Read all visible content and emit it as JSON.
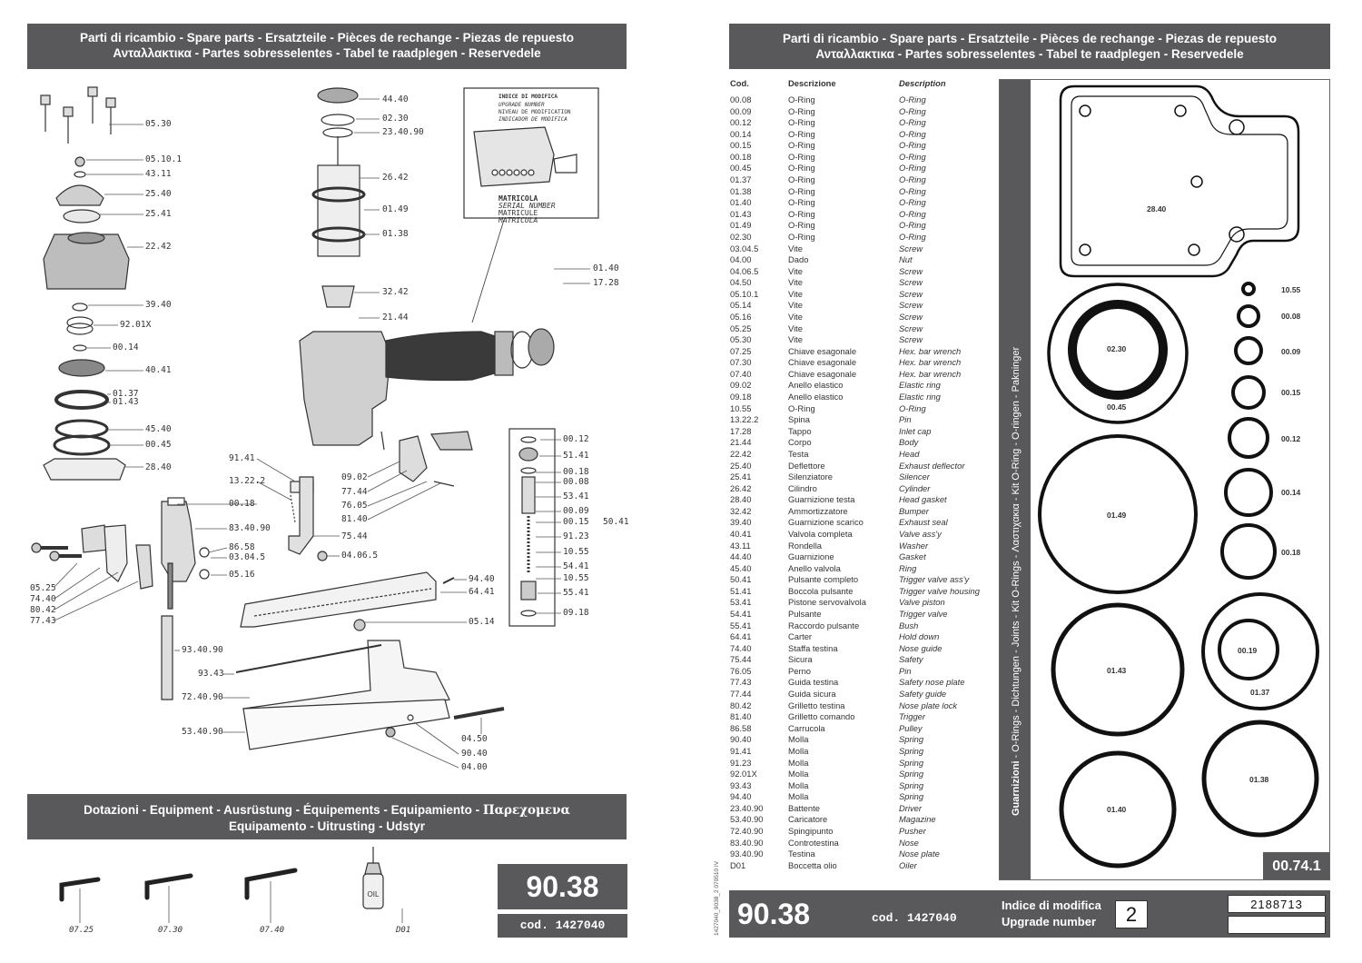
{
  "left": {
    "header": {
      "line1": "Parti di ricambio - Spare parts - Ersatzteile - Pièces de rechange - Piezas de repuesto",
      "line2": "Ανταλλακτικα - Partes sobresselentes - Tabel te raadplegen - Reservedele"
    },
    "inset": {
      "title": "INDICE DI MODIFICA",
      "sub1": "UPGRADE NUMBER",
      "sub2": "NIVEAU DE MODIFICATION",
      "sub3": "INDICADOR DE MODIFICA",
      "serial_title": "MATRICOLA",
      "serial1": "SERIAL NUMBER",
      "serial2": "MATRICULE",
      "serial3": "MATRICULA"
    },
    "callouts": [
      {
        "text": "05.30"
      },
      {
        "text": "05.10.1"
      },
      {
        "text": "43.11"
      },
      {
        "text": "25.40"
      },
      {
        "text": "25.41"
      },
      {
        "text": "22.42"
      },
      {
        "text": "39.40"
      },
      {
        "text": "92.01X"
      },
      {
        "text": "00.14"
      },
      {
        "text": "40.41"
      },
      {
        "text": "01.37"
      },
      {
        "text": "01.43"
      },
      {
        "text": "45.40"
      },
      {
        "text": "00.45"
      },
      {
        "text": "28.40"
      },
      {
        "text": "44.40"
      },
      {
        "text": "02.30"
      },
      {
        "text": "23.40.90"
      },
      {
        "text": "26.42"
      },
      {
        "text": "01.49"
      },
      {
        "text": "01.38"
      },
      {
        "text": "32.42"
      },
      {
        "text": "21.44"
      },
      {
        "text": "01.40"
      },
      {
        "text": "17.28"
      },
      {
        "text": "91.41"
      },
      {
        "text": "13.22.2"
      },
      {
        "text": "00.18"
      },
      {
        "text": "83.40.90"
      },
      {
        "text": "86.58"
      },
      {
        "text": "03.04.5"
      },
      {
        "text": "05.16"
      },
      {
        "text": "05.25"
      },
      {
        "text": "74.40"
      },
      {
        "text": "80.42"
      },
      {
        "text": "77.43"
      },
      {
        "text": "09.02"
      },
      {
        "text": "77.44"
      },
      {
        "text": "76.05"
      },
      {
        "text": "81.40"
      },
      {
        "text": "75.44"
      },
      {
        "text": "04.06.5"
      },
      {
        "text": "00.12"
      },
      {
        "text": "51.41"
      },
      {
        "text": "00.18"
      },
      {
        "text": "00.08"
      },
      {
        "text": "53.41"
      },
      {
        "text": "00.09"
      },
      {
        "text": "00.15"
      },
      {
        "text": "50.41"
      },
      {
        "text": "91.23"
      },
      {
        "text": "10.55"
      },
      {
        "text": "54.41"
      },
      {
        "text": "10.55"
      },
      {
        "text": "55.41"
      },
      {
        "text": "09.18"
      },
      {
        "text": "94.40"
      },
      {
        "text": "64.41"
      },
      {
        "text": "05.14"
      },
      {
        "text": "93.40.90"
      },
      {
        "text": "93.43"
      },
      {
        "text": "72.40.90"
      },
      {
        "text": "53.40.90"
      },
      {
        "text": "04.50"
      },
      {
        "text": "90.40"
      },
      {
        "text": "04.00"
      }
    ],
    "equipment": {
      "line1a": "Dotazioni - Equipment - Ausrüstung - Équipements - Equipamiento - ",
      "line1b": "Παρεχομενα",
      "line2": "Equipamento - Uitrusting - Udstyr"
    },
    "tools": [
      {
        "label": "07.25"
      },
      {
        "label": "07.30"
      },
      {
        "label": "07.40"
      },
      {
        "label": "D01"
      }
    ],
    "oil_text": "OIL",
    "model": "90.38",
    "code": "cod. 1427040"
  },
  "right": {
    "header": {
      "line1": "Parti di ricambio - Spare parts - Ersatzteile - Pièces de rechange - Piezas de repuesto",
      "line2": "Ανταλλακτικα - Partes sobresselentes - Tabel te raadplegen - Reservedele"
    },
    "table": {
      "headers": [
        "Cod.",
        "Descrizione",
        "Description"
      ],
      "rows": [
        [
          "00.08",
          "O-Ring",
          "O-Ring"
        ],
        [
          "00.09",
          "O-Ring",
          "O-Ring"
        ],
        [
          "00.12",
          "O-Ring",
          "O-Ring"
        ],
        [
          "00.14",
          "O-Ring",
          "O-Ring"
        ],
        [
          "00.15",
          "O-Ring",
          "O-Ring"
        ],
        [
          "00.18",
          "O-Ring",
          "O-Ring"
        ],
        [
          "00.45",
          "O-Ring",
          "O-Ring"
        ],
        [
          "01.37",
          "O-Ring",
          "O-Ring"
        ],
        [
          "01.38",
          "O-Ring",
          "O-Ring"
        ],
        [
          "01.40",
          "O-Ring",
          "O-Ring"
        ],
        [
          "01.43",
          "O-Ring",
          "O-Ring"
        ],
        [
          "01.49",
          "O-Ring",
          "O-Ring"
        ],
        [
          "02.30",
          "O-Ring",
          "O-Ring"
        ],
        [
          "03.04.5",
          "Vite",
          "Screw"
        ],
        [
          "04.00",
          "Dado",
          "Nut"
        ],
        [
          "04.06.5",
          "Vite",
          "Screw"
        ],
        [
          "04.50",
          "Vite",
          "Screw"
        ],
        [
          "05.10.1",
          "Vite",
          "Screw"
        ],
        [
          "05.14",
          "Vite",
          "Screw"
        ],
        [
          "05.16",
          "Vite",
          "Screw"
        ],
        [
          "05.25",
          "Vite",
          "Screw"
        ],
        [
          "05.30",
          "Vite",
          "Screw"
        ],
        [
          "07.25",
          "Chiave esagonale",
          "Hex. bar wrench"
        ],
        [
          "07.30",
          "Chiave esagonale",
          "Hex. bar wrench"
        ],
        [
          "07.40",
          "Chiave esagonale",
          "Hex. bar wrench"
        ],
        [
          "09.02",
          "Anello elastico",
          "Elastic ring"
        ],
        [
          "09.18",
          "Anello elastico",
          "Elastic ring"
        ],
        [
          "10.55",
          "O-Ring",
          "O-Ring"
        ],
        [
          "13.22.2",
          "Spina",
          "Pin"
        ],
        [
          "17.28",
          "Tappo",
          "Inlet cap"
        ],
        [
          "21.44",
          "Corpo",
          "Body"
        ],
        [
          "22.42",
          "Testa",
          "Head"
        ],
        [
          "25.40",
          "Deflettore",
          "Exhaust deflector"
        ],
        [
          "25.41",
          "Silenziatore",
          "Silencer"
        ],
        [
          "26.42",
          "Cilindro",
          "Cylinder"
        ],
        [
          "28.40",
          "Guarnizione testa",
          "Head gasket"
        ],
        [
          "32.42",
          "Ammortizzatore",
          "Bumper"
        ],
        [
          "39.40",
          "Guarnizione scarico",
          "Exhaust seal"
        ],
        [
          "40.41",
          "Valvola completa",
          "Valve ass'y"
        ],
        [
          "43.11",
          "Rondella",
          "Washer"
        ],
        [
          "44.40",
          "Guarnizione",
          "Gasket"
        ],
        [
          "45.40",
          "Anello valvola",
          "Ring"
        ],
        [
          "50.41",
          "Pulsante completo",
          "Trigger valve ass'y"
        ],
        [
          "51.41",
          "Boccola pulsante",
          "Trigger valve housing"
        ],
        [
          "53.41",
          "Pistone servovalvola",
          "Valve piston"
        ],
        [
          "54.41",
          "Pulsante",
          "Trigger valve"
        ],
        [
          "55.41",
          "Raccordo pulsante",
          "Bush"
        ],
        [
          "64.41",
          "Carter",
          "Hold down"
        ],
        [
          "74.40",
          "Staffa testina",
          "Nose guide"
        ],
        [
          "75.44",
          "Sicura",
          "Safety"
        ],
        [
          "76.05",
          "Perno",
          "Pin"
        ],
        [
          "77.43",
          "Guida testina",
          "Safety nose plate"
        ],
        [
          "77.44",
          "Guida sicura",
          "Safety guide"
        ],
        [
          "80.42",
          "Grilletto testina",
          "Nose plate lock"
        ],
        [
          "81.40",
          "Grilletto comando",
          "Trigger"
        ],
        [
          "86.58",
          "Carrucola",
          "Pulley"
        ],
        [
          "90.40",
          "Molla",
          "Spring"
        ],
        [
          "91.41",
          "Molla",
          "Spring"
        ],
        [
          "91.23",
          "Molla",
          "Spring"
        ],
        [
          "92.01X",
          "Molla",
          "Spring"
        ],
        [
          "93.43",
          "Molla",
          "Spring"
        ],
        [
          "94.40",
          "Molla",
          "Spring"
        ],
        [
          "23.40.90",
          "Battente",
          "Driver"
        ],
        [
          "53.40.90",
          "Caricatore",
          "Magazine"
        ],
        [
          "72.40.90",
          "Spingipunto",
          "Pusher"
        ],
        [
          "83.40.90",
          "Controtestina",
          "Nose"
        ],
        [
          "93.40.90",
          "Testina",
          "Nose plate"
        ],
        [
          "D01",
          "Boccetta olio",
          "Oiler"
        ]
      ]
    },
    "kit": {
      "vertical_label_a": "Guarnizioni",
      "vertical_label_b": " - O-Rings - Dichtungen - Joints - Kit O-Rings - Λαστιχακια - Kit O-Ring - O-ringen - Pakninger",
      "rings": [
        {
          "label": "28.40"
        },
        {
          "label": "10.55"
        },
        {
          "label": "00.08"
        },
        {
          "label": "00.09"
        },
        {
          "label": "00.15"
        },
        {
          "label": "00.12"
        },
        {
          "label": "00.14"
        },
        {
          "label": "00.18"
        },
        {
          "label": "02.30"
        },
        {
          "label": "00.45"
        },
        {
          "label": "01.49"
        },
        {
          "label": "01.43"
        },
        {
          "label": "00.19"
        },
        {
          "label": "01.37"
        },
        {
          "label": "01.40"
        },
        {
          "label": "01.38"
        }
      ],
      "kit_code": "00.74.1"
    },
    "side_code": "1427040_9038_2   070510  IV",
    "model": "90.38",
    "code": "cod. 1427040",
    "upgrade_label1": "Indice di modifica",
    "upgrade_label2": "Upgrade number",
    "upgrade_value": "2",
    "serial_value": "2188713"
  }
}
